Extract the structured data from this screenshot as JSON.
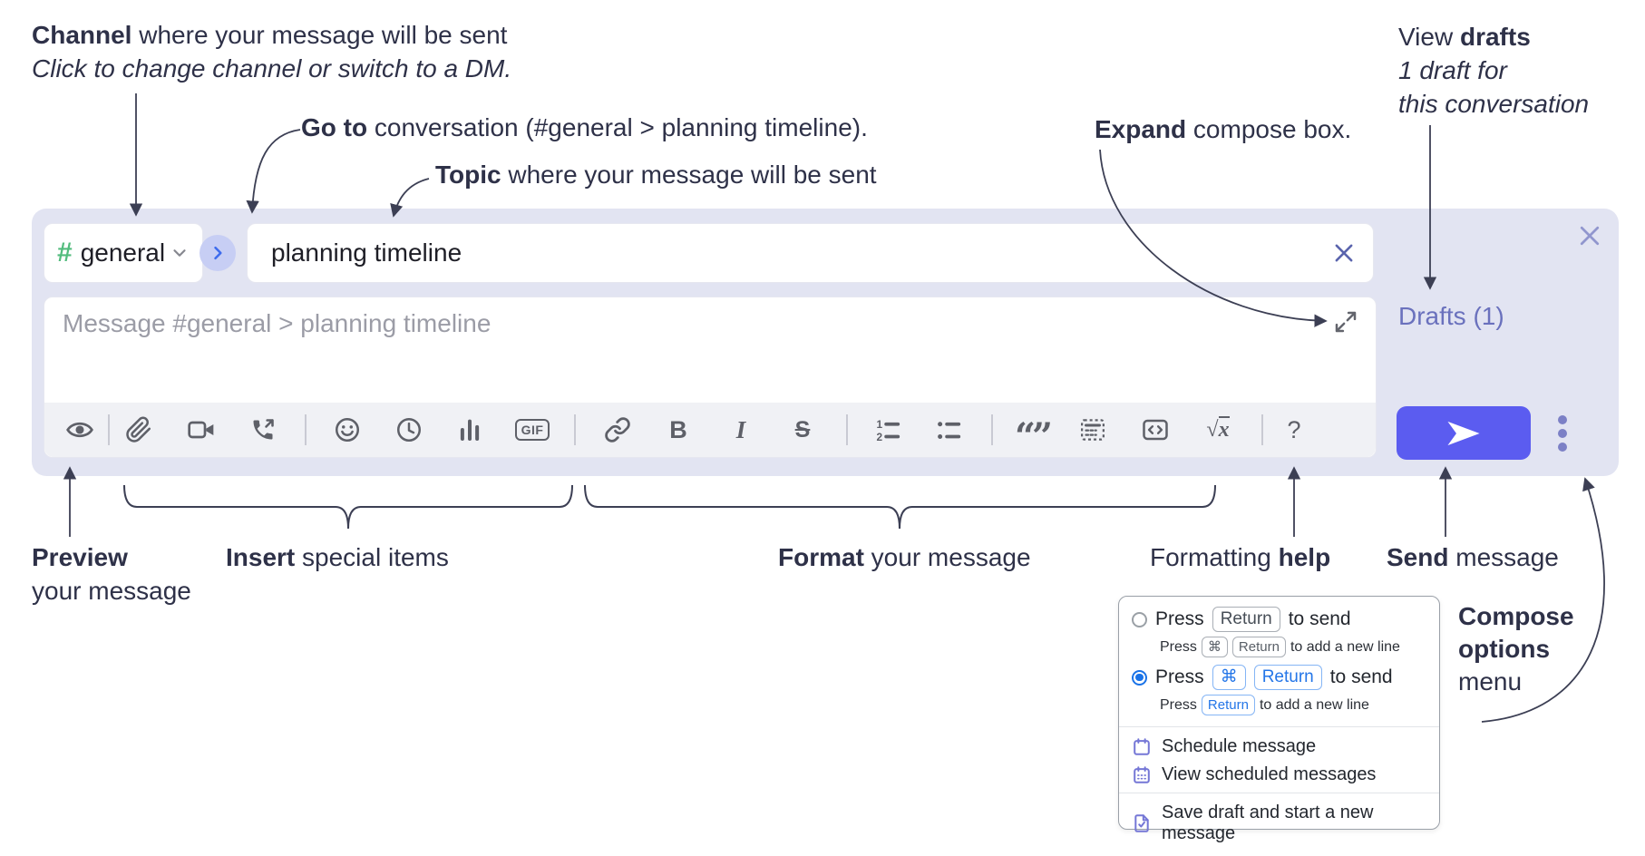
{
  "annotations": {
    "channel": {
      "bold": "Channel",
      "rest": " where your message will be sent",
      "sub": "Click to change channel or switch to a DM."
    },
    "goto": {
      "bold": "Go to",
      "rest": " conversation (#general > planning timeline)."
    },
    "topic": {
      "bold": "Topic",
      "rest": " where your message will be sent"
    },
    "expand": {
      "bold": "Expand",
      "rest": " compose box."
    },
    "view_drafts": {
      "pre": "View ",
      "bold": "drafts",
      "line2": "1 draft for",
      "line3": "this conversation"
    },
    "preview": {
      "bold": "Preview",
      "line2": "your message"
    },
    "insert": {
      "bold": "Insert",
      "rest": " special items"
    },
    "format": {
      "bold": "Format",
      "rest": " your message"
    },
    "formatting_help": {
      "pre": "Formatting ",
      "bold": "help"
    },
    "send": {
      "bold": "Send",
      "rest": " message"
    },
    "compose_options": {
      "bold1": "Compose",
      "bold2": "options",
      "rest": "menu"
    }
  },
  "compose": {
    "channel": {
      "name": "general"
    },
    "topic": {
      "value": "planning timeline"
    },
    "message": {
      "placeholder": "Message #general > planning timeline"
    },
    "drafts_link": "Drafts (1)",
    "toolbar": {
      "gif": "GIF",
      "bold": "B",
      "italic": "I",
      "strike": "S",
      "math_sqrt": "√",
      "math_x": "x",
      "help": "?",
      "quote": "“”",
      "icons": [
        "preview-eye",
        "attach-file",
        "video-call",
        "voice-call",
        "emoji",
        "time",
        "poll",
        "gif",
        "link",
        "bold",
        "italic",
        "strikethrough",
        "numbered-list",
        "bulleted-list",
        "quote",
        "spoiler",
        "code",
        "math",
        "help"
      ]
    }
  },
  "menu": {
    "options": [
      {
        "selected": false,
        "press": "Press",
        "key1": "Return",
        "suffix": "to send",
        "sub_press": "Press",
        "sub_key1": "⌘",
        "sub_key2": "Return",
        "sub_suffix": "to add a new line"
      },
      {
        "selected": true,
        "press": "Press",
        "key1": "⌘",
        "key2": "Return",
        "suffix": "to send",
        "sub_press": "Press",
        "sub_key1": "Return",
        "sub_suffix": "to add a new line"
      }
    ],
    "items": [
      {
        "label": "Schedule message"
      },
      {
        "label": "View scheduled messages"
      },
      {
        "label": "Save draft and start a new message"
      }
    ]
  },
  "colors": {
    "container_bg": "#e2e4f2",
    "send_button": "#5b5cf0",
    "drafts_link": "#6a71bd",
    "hash_green": "#52bc7d",
    "selected_blue": "#1a73e8",
    "menu_icon_purple": "#7577d6",
    "annotation_text": "#2e3148",
    "toolbar_icon": "#5e6068"
  }
}
